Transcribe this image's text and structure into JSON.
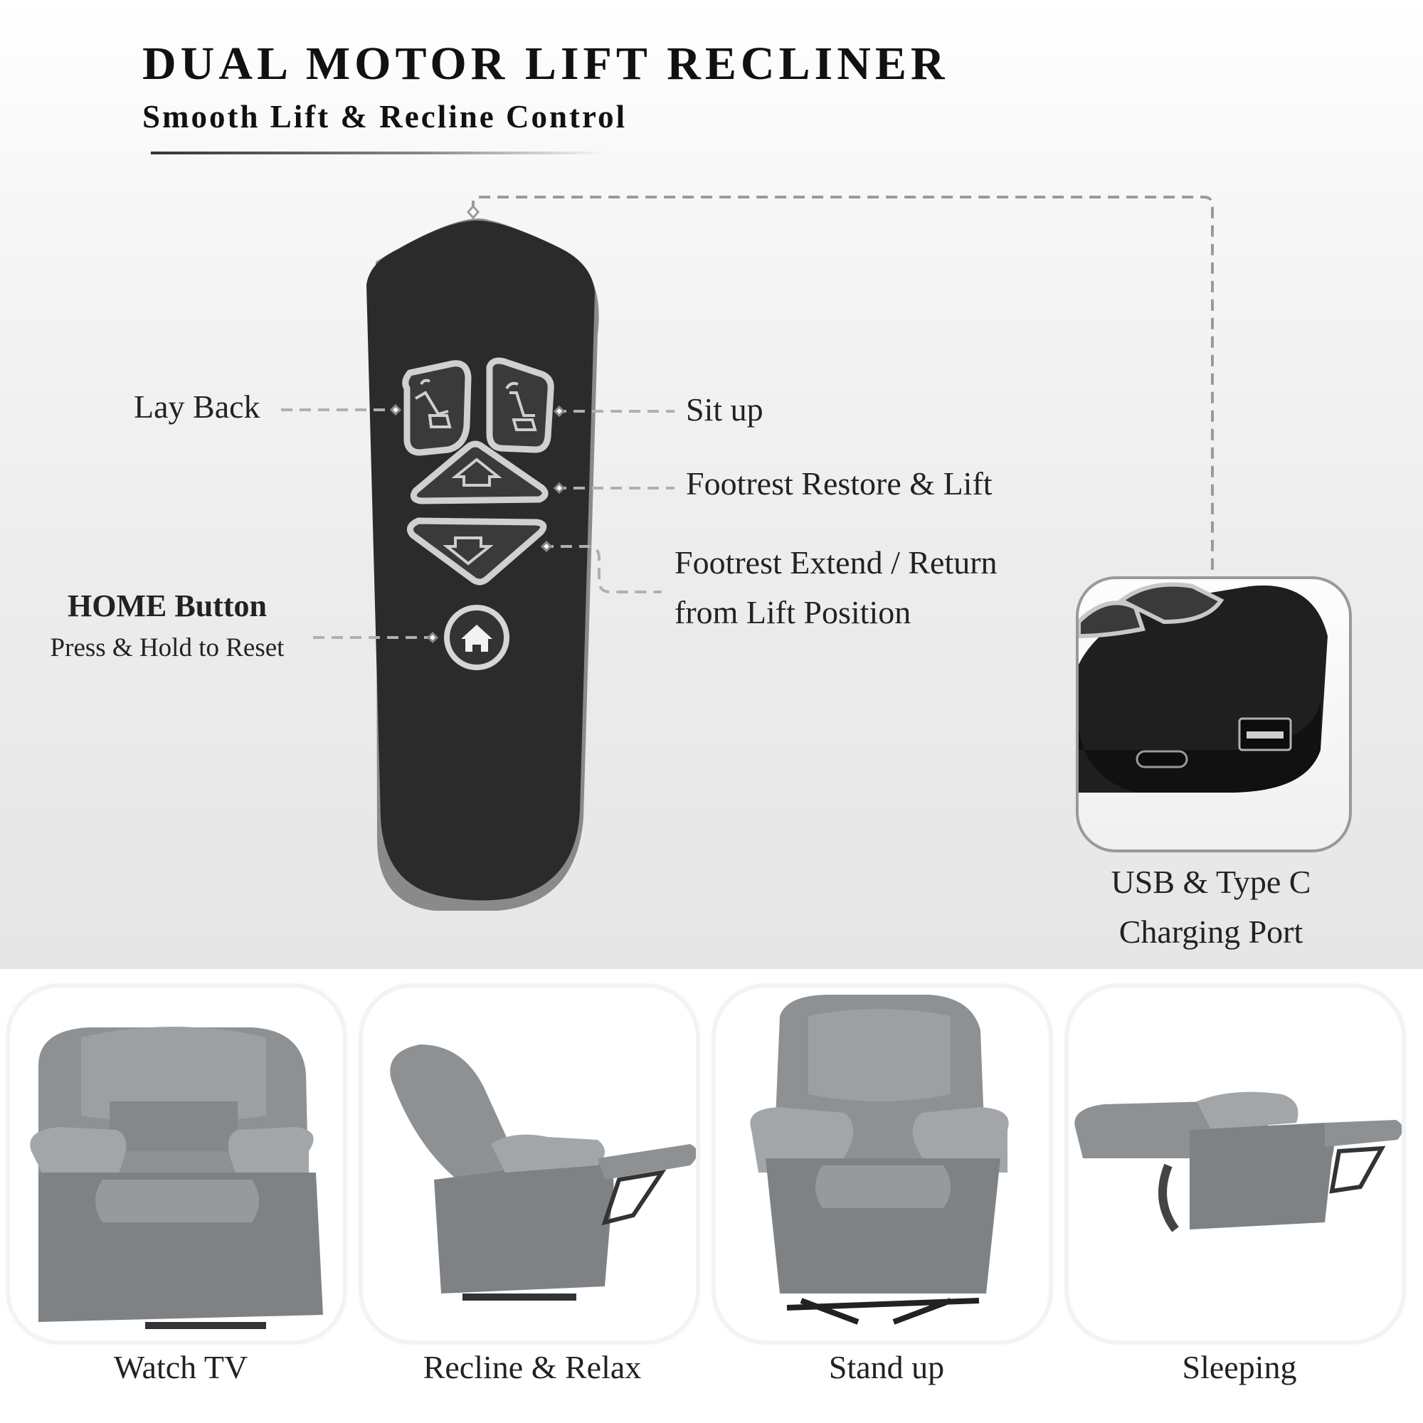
{
  "header": {
    "title": "DUAL MOTOR LIFT RECLINER",
    "subtitle": "Smooth Lift & Recline Control"
  },
  "remote": {
    "labels": {
      "lay_back": "Lay Back",
      "sit_up": "Sit up",
      "footrest_restore": "Footrest Restore & Lift",
      "footrest_extend_line1": "Footrest Extend / Return",
      "footrest_extend_line2": "from Lift Position",
      "home_title": "HOME Button",
      "home_sub": "Press & Hold to Reset"
    },
    "icons": [
      "recline-back-icon",
      "sit-up-icon",
      "arrow-up-icon",
      "arrow-down-icon",
      "home-icon"
    ]
  },
  "charging": {
    "caption_line1": "USB & Type C",
    "caption_line2": "Charging Port"
  },
  "modes": [
    {
      "label": "Watch TV"
    },
    {
      "label": "Recline & Relax"
    },
    {
      "label": "Stand up"
    },
    {
      "label": "Sleeping"
    }
  ],
  "colors": {
    "remote_body": "#2b2b2b",
    "button_outline": "#cfcfcf",
    "fabric": "#8e9194",
    "connector": "#9a9a9a"
  }
}
